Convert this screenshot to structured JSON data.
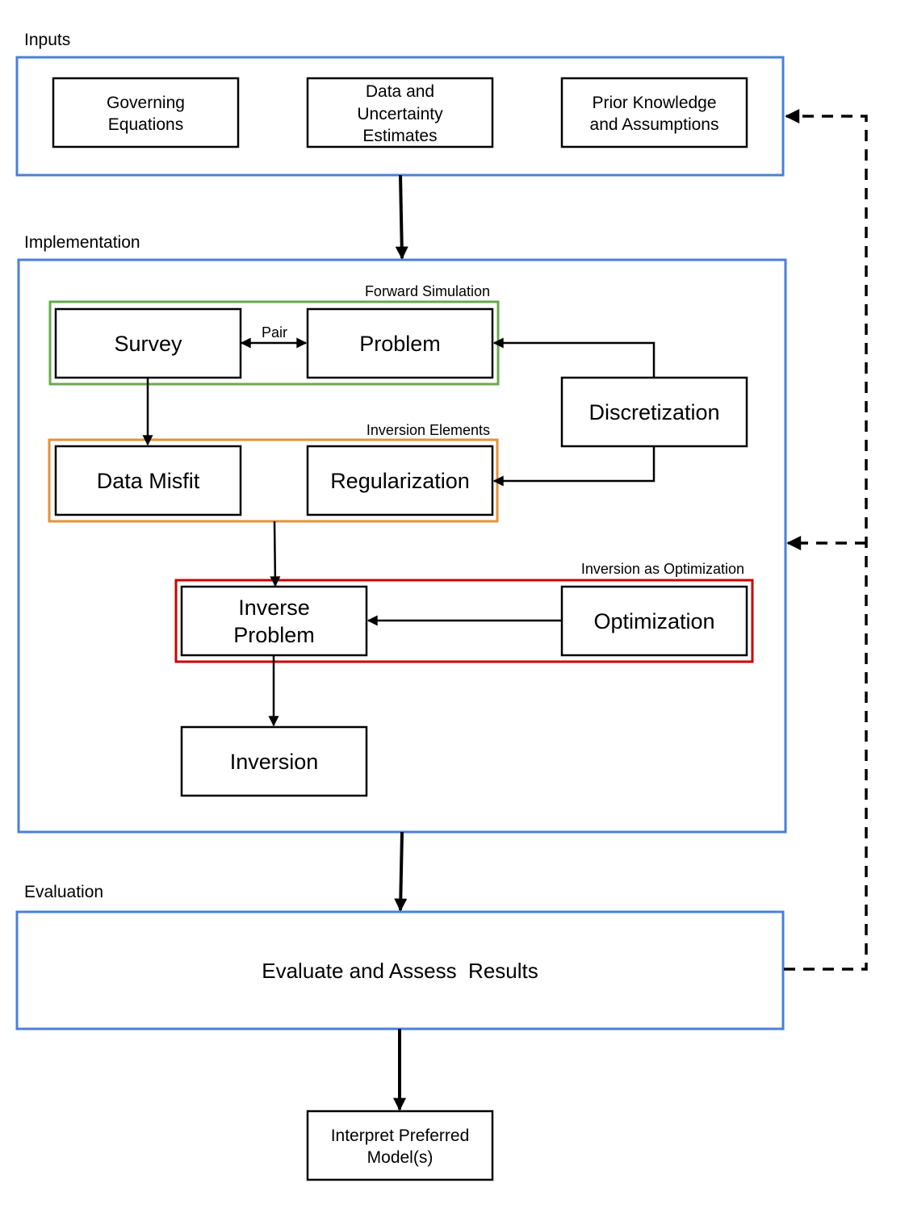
{
  "sections": {
    "inputs": "Inputs",
    "implementation": "Implementation",
    "evaluation": "Evaluation"
  },
  "groups": {
    "forward_simulation": "Forward Simulation",
    "inversion_elements": "Inversion Elements",
    "inversion_as_optimization": "Inversion as Optimization"
  },
  "nodes": {
    "governing_equations": [
      "Governing",
      "Equations"
    ],
    "data_uncertainty": [
      "Data and",
      "Uncertainty",
      "Estimates"
    ],
    "prior_knowledge": [
      "Prior Knowledge",
      "and Assumptions"
    ],
    "survey": "Survey",
    "problem": "Problem",
    "discretization": "Discretization",
    "data_misfit": "Data Misfit",
    "regularization": "Regularization",
    "inverse_problem": [
      "Inverse",
      "Problem"
    ],
    "optimization": "Optimization",
    "inversion": "Inversion",
    "evaluate": "Evaluate and Assess  Results",
    "interpret": [
      "Interpret Preferred",
      "Model(s)"
    ]
  },
  "edge_labels": {
    "pair": "Pair"
  },
  "colors": {
    "section_border": "#4a7fd9",
    "forward_simulation": "#6aa84f",
    "inversion_elements": "#e69138",
    "inversion_as_optimization": "#cc0000"
  }
}
